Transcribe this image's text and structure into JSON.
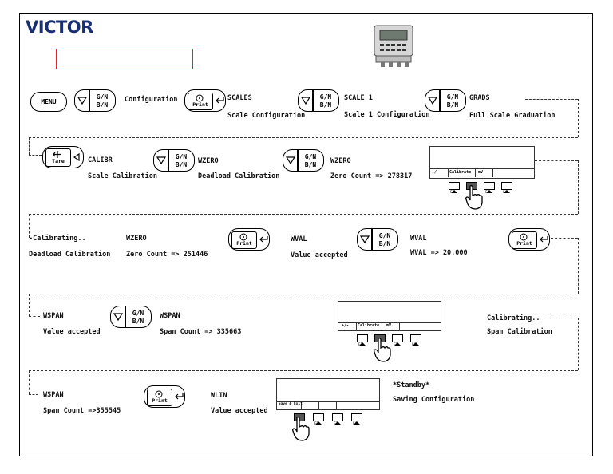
{
  "brand": {
    "logo_text": "VICTOR"
  },
  "keys": {
    "menu": "MENU",
    "gn_top": "G/N",
    "gn_bottom": "B/N",
    "print": "Print",
    "tare": "Tare"
  },
  "softkeys": {
    "pm": "+/-",
    "calibrate": "Calibrate",
    "mv": "mV",
    "save_exit": "Save & Exit",
    "f1": "F1",
    "f2": "F2",
    "f3": "F3",
    "f4": "F4"
  },
  "row1": {
    "configuration": "Configuration",
    "scales": "SCALES",
    "scale_configuration": "Scale Configuration",
    "scale1": "SCALE 1",
    "scale1_configuration": "Scale 1 Configuration",
    "grads": "GRADS",
    "full_scale_graduation": "Full Scale Graduation"
  },
  "row2": {
    "calibr": "CALIBR",
    "scale_calibration": "Scale Calibration",
    "wzero1": "WZERO",
    "deadload_calibration": "Deadload Calibration",
    "wzero2": "WZERO",
    "zero_count": "Zero Count => 278317"
  },
  "row3": {
    "calibrating": "-Calibrating..",
    "deadload_calibration": "Deadload Calibration",
    "wzero": "WZERO",
    "zero_count": "Zero Count => 251446",
    "wval1": "WVAL",
    "value_accepted": "Value accepted",
    "wval2": "WVAL",
    "wval_value": "WVAL => 20.000"
  },
  "row4": {
    "wspan1": "WSPAN",
    "value_accepted": "Value accepted",
    "wspan2": "WSPAN",
    "span_count": "Span Count => 335663",
    "calibrating": "Calibrating..",
    "span_calibration": "Span Calibration"
  },
  "row5": {
    "wspan": "WSPAN",
    "span_count": "Span Count =>355545",
    "wlin": "WLIN",
    "value_accepted": "Value accepted",
    "standby": "*Standby*",
    "saving_configuration": "Saving Configuration"
  }
}
